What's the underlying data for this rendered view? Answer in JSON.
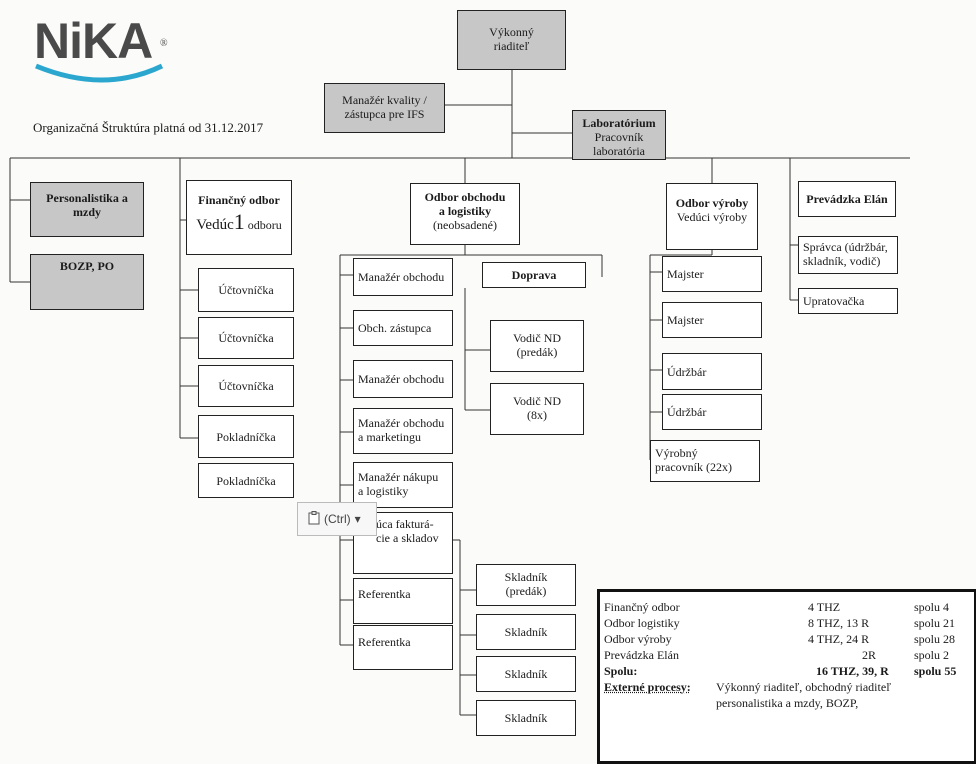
{
  "header": {
    "logo_text": "NiKA",
    "logo_mark": "®",
    "title": "Organizačná Štruktúra platná od 31.12.2017"
  },
  "top": {
    "director": [
      "Výkonný",
      "riaditeľ"
    ],
    "quality": [
      "Manažér kvality /",
      "zástupca pre IFS"
    ],
    "lab_title": "Laboratórium",
    "lab_sub": [
      "Pracovník",
      "laboratória"
    ]
  },
  "hr": {
    "personal": [
      "Personalistika a",
      "mzdy"
    ],
    "bozp": "BOZP, PO"
  },
  "finance": {
    "title": "Finančný odbor",
    "lead_a": "Vedúc",
    "lead_b": "1",
    "lead_c": " odboru",
    "items": [
      "Účtovníčka",
      "Účtovníčka",
      "Účtovníčka",
      "Pokladníčka",
      "Pokladníčka"
    ]
  },
  "trade": {
    "title": [
      "Odbor obchodu",
      "a logistiky"
    ],
    "note": "(neobsadené)",
    "items": [
      [
        "Manažér obchodu"
      ],
      [
        "Obch. zástupca"
      ],
      [
        "Manažér obchodu"
      ],
      [
        "Manažér obchodu",
        "a marketingu"
      ],
      [
        "Manažér nákupu",
        "a logistiky"
      ],
      [
        "úca fakturá-",
        "cie a skladov"
      ],
      [
        "Referentka"
      ],
      [
        "Referentka"
      ]
    ],
    "transport_title": "Doprava",
    "drivers": [
      [
        "Vodič ND",
        "(predák)"
      ],
      [
        "Vodič ND",
        "(8x)"
      ]
    ],
    "warehouse": [
      [
        "Skladník",
        "(predák)"
      ],
      [
        "Skladník"
      ],
      [
        "Skladník"
      ],
      [
        "Skladník"
      ]
    ]
  },
  "production": {
    "title": [
      "Odbor výroby",
      "Vedúci výroby"
    ],
    "items": [
      [
        "Majster"
      ],
      [
        "Majster"
      ],
      [
        "Údržbár"
      ],
      [
        "Údržbár"
      ],
      [
        "Výrobný",
        "pracovník (22x)"
      ]
    ]
  },
  "elan": {
    "title": "Prevádzka Elán",
    "items": [
      [
        "Správca (údržbár,",
        "skladník, vodič)"
      ],
      [
        "Upratovačka"
      ]
    ]
  },
  "paste_popup": {
    "icon": "clipboard-icon",
    "label": "(Ctrl)",
    "arrow": "▾"
  },
  "summary": {
    "rows": [
      {
        "name": "Finančný odbor",
        "thz": "4 THZ",
        "total": "spolu  4"
      },
      {
        "name": "Odbor logistiky",
        "thz": "8 THZ, 13 R",
        "total": "spolu  21"
      },
      {
        "name": "Odbor výroby",
        "thz": "4 THZ, 24 R",
        "total": "spolu  28"
      },
      {
        "name": "Prevádzka Elán",
        "thz": "2R",
        "total": "spolu  2"
      },
      {
        "name": "Spolu:",
        "thz": "16 THZ, 39, R",
        "total": "spolu  55"
      }
    ],
    "external_label": "Externé procesy:",
    "external_line1": "Výkonný riaditeľ, obchodný riaditeľ",
    "external_line2": "personalistika a mzdy, BOZP,"
  }
}
